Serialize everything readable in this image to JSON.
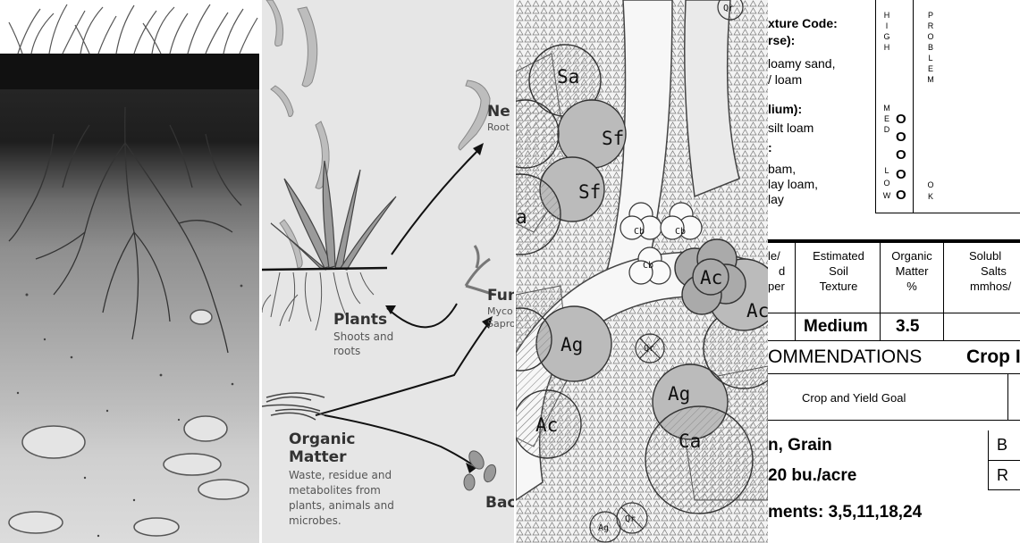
{
  "panel_2": {
    "label_neutral": "Ne",
    "label_neutral_sub": "Root",
    "label_fungi": "Fun",
    "label_fungi_sub1": "Myco",
    "label_fungi_sub2": "Sapro",
    "label_plants": "Plants",
    "label_plants_sub1": "Shoots and",
    "label_plants_sub2": "roots",
    "label_om1": "Organic",
    "label_om2": "Matter",
    "label_om_sub1": "Waste, residue and",
    "label_om_sub2": "metabolites from",
    "label_om_sub3": "plants, animals and",
    "label_om_sub4": "microbes.",
    "label_bacteria": "Bac"
  },
  "panel_3": {
    "tree_labels": [
      "Qr",
      "Sa",
      "Sf",
      "Sf",
      "a",
      "Cb",
      "Cb",
      "Cb",
      "Ac",
      "Ac",
      "Ag",
      "Qr",
      "Ag",
      "Ac",
      "Ca",
      "Ag",
      "Qr"
    ]
  },
  "panel_4": {
    "texture_title": "xture Code:",
    "coarse": "rse):",
    "coarse_1": "loamy sand,",
    "coarse_2": "/ loam",
    "medium": "lium):",
    "medium_1": "silt loam",
    "fine": ":",
    "fine_1": "bam,",
    "fine_2": "lay loam,",
    "fine_3": "lay",
    "high_letters": [
      "H",
      "I",
      "G",
      "H"
    ],
    "med_letters": [
      "M",
      "E",
      "D"
    ],
    "low_letters": [
      "L",
      "O",
      "W"
    ],
    "problem_letters": [
      "P",
      "R",
      "O",
      "B",
      "L",
      "E",
      "M"
    ],
    "ok_letters": [
      "O",
      "K"
    ],
    "circle_glyph": "O",
    "col1_l1": "le/",
    "col1_l2": "d",
    "col1_l3": "per",
    "col2_l1": "Estimated",
    "col2_l2": "Soil",
    "col2_l3": "Texture",
    "col3_l1": "Organic",
    "col3_l2": "Matter",
    "col3_l3": "%",
    "col4_l1": "Solubl",
    "col4_l2": "Salts",
    "col4_l3": "mmhos/",
    "texture_value": "Medium",
    "om_value": "3.5",
    "recommendations": "OMMENDATIONS",
    "crop_header": "Crop I",
    "crop_yield_goal": "Crop and Yield Goal",
    "crop_name": "n, Grain",
    "crop_yield": "20 bu./acre",
    "comments": "ments: 3,5,11,18,24",
    "side_b": "B",
    "side_r": "R"
  }
}
